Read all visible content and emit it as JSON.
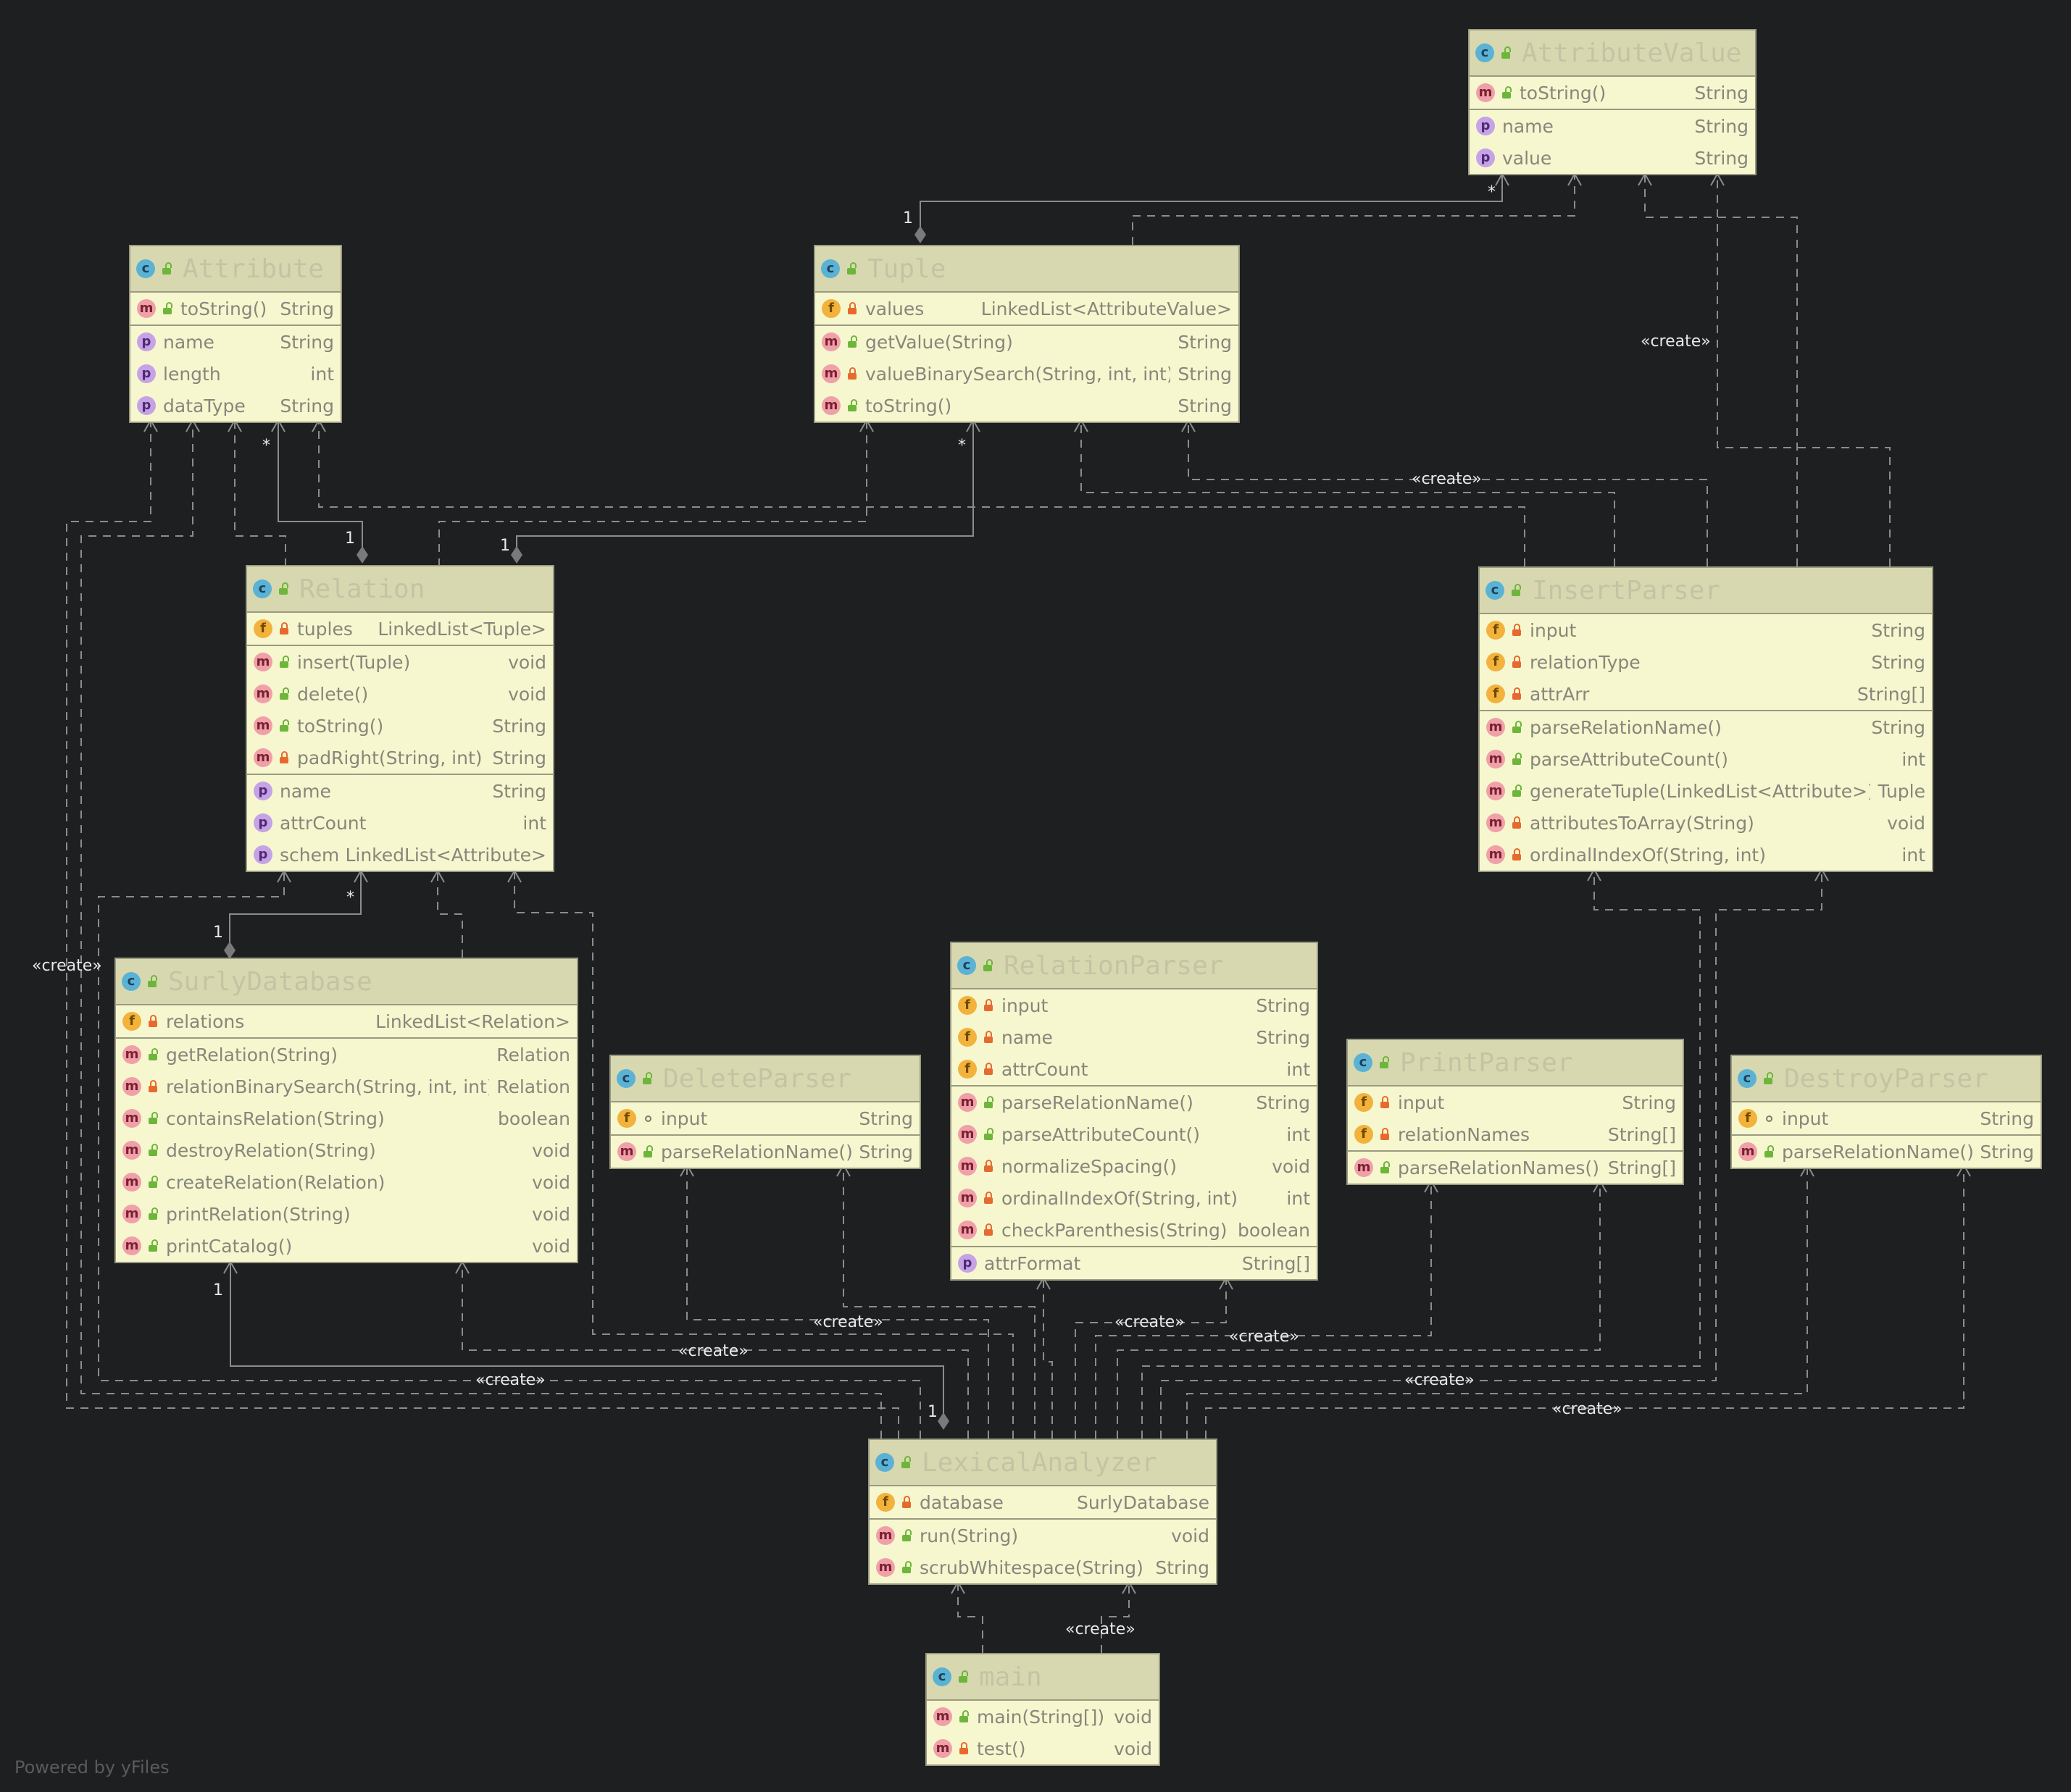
{
  "footer": {
    "powered_by": "Powered by yFiles"
  },
  "classes": {
    "attribute_value": {
      "name": "AttributeValue",
      "sections": [
        [
          {
            "icon": "method",
            "vis": "public",
            "name": "toString()",
            "type": "String"
          }
        ],
        [
          {
            "icon": "property",
            "vis": "none",
            "name": "name",
            "type": "String"
          },
          {
            "icon": "property",
            "vis": "none",
            "name": "value",
            "type": "String"
          }
        ]
      ]
    },
    "attribute": {
      "name": "Attribute",
      "sections": [
        [
          {
            "icon": "method",
            "vis": "public",
            "name": "toString()",
            "type": "String"
          }
        ],
        [
          {
            "icon": "property",
            "vis": "none",
            "name": "name",
            "type": "String"
          },
          {
            "icon": "property",
            "vis": "none",
            "name": "length",
            "type": "int"
          },
          {
            "icon": "property",
            "vis": "none",
            "name": "dataType",
            "type": "String"
          }
        ]
      ]
    },
    "tuple": {
      "name": "Tuple",
      "sections": [
        [
          {
            "icon": "field",
            "vis": "private",
            "name": "values",
            "type": "LinkedList<AttributeValue>"
          }
        ],
        [
          {
            "icon": "method",
            "vis": "public",
            "name": "getValue(String)",
            "type": "String"
          },
          {
            "icon": "method",
            "vis": "private",
            "name": "valueBinarySearch(String, int, int)",
            "type": "String"
          },
          {
            "icon": "method",
            "vis": "public",
            "name": "toString()",
            "type": "String"
          }
        ]
      ]
    },
    "relation": {
      "name": "Relation",
      "sections": [
        [
          {
            "icon": "field",
            "vis": "private",
            "name": "tuples",
            "type": "LinkedList<Tuple>"
          }
        ],
        [
          {
            "icon": "method",
            "vis": "public",
            "name": "insert(Tuple)",
            "type": "void"
          },
          {
            "icon": "method",
            "vis": "public",
            "name": "delete()",
            "type": "void"
          },
          {
            "icon": "method",
            "vis": "public",
            "name": "toString()",
            "type": "String"
          },
          {
            "icon": "method",
            "vis": "private",
            "name": "padRight(String, int)",
            "type": "String"
          }
        ],
        [
          {
            "icon": "property",
            "vis": "none",
            "name": "name",
            "type": "String"
          },
          {
            "icon": "property",
            "vis": "none",
            "name": "attrCount",
            "type": "int"
          },
          {
            "icon": "property",
            "vis": "none",
            "name": "schema",
            "type": "LinkedList<Attribute>"
          }
        ]
      ]
    },
    "insert_parser": {
      "name": "InsertParser",
      "sections": [
        [
          {
            "icon": "field",
            "vis": "private",
            "name": "input",
            "type": "String"
          },
          {
            "icon": "field",
            "vis": "private",
            "name": "relationType",
            "type": "String"
          },
          {
            "icon": "field",
            "vis": "private",
            "name": "attrArr",
            "type": "String[]"
          }
        ],
        [
          {
            "icon": "method",
            "vis": "public",
            "name": "parseRelationName()",
            "type": "String"
          },
          {
            "icon": "method",
            "vis": "public",
            "name": "parseAttributeCount()",
            "type": "int"
          },
          {
            "icon": "method",
            "vis": "public",
            "name": "generateTuple(LinkedList<Attribute>)",
            "type": "Tuple"
          },
          {
            "icon": "method",
            "vis": "private",
            "name": "attributesToArray(String)",
            "type": "void"
          },
          {
            "icon": "method",
            "vis": "private",
            "name": "ordinalIndexOf(String, int)",
            "type": "int"
          }
        ]
      ]
    },
    "surly_database": {
      "name": "SurlyDatabase",
      "sections": [
        [
          {
            "icon": "field",
            "vis": "private",
            "name": "relations",
            "type": "LinkedList<Relation>"
          }
        ],
        [
          {
            "icon": "method",
            "vis": "public",
            "name": "getRelation(String)",
            "type": "Relation"
          },
          {
            "icon": "method",
            "vis": "private",
            "name": "relationBinarySearch(String, int, int)",
            "type": "Relation"
          },
          {
            "icon": "method",
            "vis": "public",
            "name": "containsRelation(String)",
            "type": "boolean"
          },
          {
            "icon": "method",
            "vis": "public",
            "name": "destroyRelation(String)",
            "type": "void"
          },
          {
            "icon": "method",
            "vis": "public",
            "name": "createRelation(Relation)",
            "type": "void"
          },
          {
            "icon": "method",
            "vis": "public",
            "name": "printRelation(String)",
            "type": "void"
          },
          {
            "icon": "method",
            "vis": "public",
            "name": "printCatalog()",
            "type": "void"
          }
        ]
      ]
    },
    "relation_parser": {
      "name": "RelationParser",
      "sections": [
        [
          {
            "icon": "field",
            "vis": "private",
            "name": "input",
            "type": "String"
          },
          {
            "icon": "field",
            "vis": "private",
            "name": "name",
            "type": "String"
          },
          {
            "icon": "field",
            "vis": "private",
            "name": "attrCount",
            "type": "int"
          }
        ],
        [
          {
            "icon": "method",
            "vis": "public",
            "name": "parseRelationName()",
            "type": "String"
          },
          {
            "icon": "method",
            "vis": "public",
            "name": "parseAttributeCount()",
            "type": "int"
          },
          {
            "icon": "method",
            "vis": "private",
            "name": "normalizeSpacing()",
            "type": "void"
          },
          {
            "icon": "method",
            "vis": "private",
            "name": "ordinalIndexOf(String, int)",
            "type": "int"
          },
          {
            "icon": "method",
            "vis": "private",
            "name": "checkParenthesis(String)",
            "type": "boolean"
          }
        ],
        [
          {
            "icon": "property",
            "vis": "none",
            "name": "attrFormat",
            "type": "String[]"
          }
        ]
      ]
    },
    "delete_parser": {
      "name": "DeleteParser",
      "sections": [
        [
          {
            "icon": "field",
            "vis": "package",
            "name": "input",
            "type": "String"
          }
        ],
        [
          {
            "icon": "method",
            "vis": "public",
            "name": "parseRelationName()",
            "type": "String"
          }
        ]
      ]
    },
    "print_parser": {
      "name": "PrintParser",
      "sections": [
        [
          {
            "icon": "field",
            "vis": "private",
            "name": "input",
            "type": "String"
          },
          {
            "icon": "field",
            "vis": "private",
            "name": "relationNames",
            "type": "String[]"
          }
        ],
        [
          {
            "icon": "method",
            "vis": "public",
            "name": "parseRelationNames()",
            "type": "String[]"
          }
        ]
      ]
    },
    "destroy_parser": {
      "name": "DestroyParser",
      "sections": [
        [
          {
            "icon": "field",
            "vis": "package",
            "name": "input",
            "type": "String"
          }
        ],
        [
          {
            "icon": "method",
            "vis": "public",
            "name": "parseRelationName()",
            "type": "String"
          }
        ]
      ]
    },
    "lexical_analyzer": {
      "name": "LexicalAnalyzer",
      "sections": [
        [
          {
            "icon": "field",
            "vis": "private",
            "name": "database",
            "type": "SurlyDatabase"
          }
        ],
        [
          {
            "icon": "method",
            "vis": "public",
            "name": "run(String)",
            "type": "void"
          },
          {
            "icon": "method",
            "vis": "public",
            "name": "scrubWhitespace(String)",
            "type": "String"
          }
        ]
      ]
    },
    "main": {
      "name": "main",
      "sections": [
        [
          {
            "icon": "method",
            "vis": "public",
            "name": "main(String[])",
            "type": "void"
          },
          {
            "icon": "method",
            "vis": "private",
            "name": "test()",
            "type": "void"
          }
        ]
      ]
    }
  },
  "edge_labels": {
    "create": "«create»",
    "one": "1",
    "many": "*"
  },
  "colors": {
    "background": "#1e1f21",
    "class_body": "#f7f7cf",
    "class_header": "#d8d8b0",
    "edge": "#8c8c8c",
    "label": "#e8e8e8"
  }
}
